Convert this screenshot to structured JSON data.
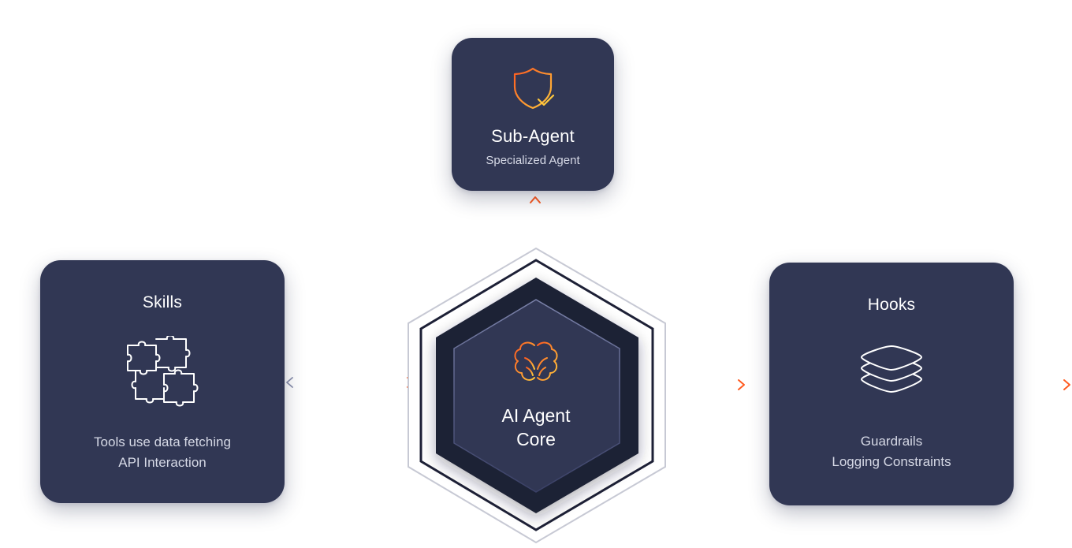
{
  "sub_agent": {
    "title": "Sub-Agent",
    "description": "Specialized Agent",
    "icon": "shield-check-icon"
  },
  "skills": {
    "title": "Skills",
    "description_lines": [
      "Tools use data fetching",
      "API Interaction"
    ],
    "icon": "puzzle-pieces-icon"
  },
  "core": {
    "title_lines": [
      "AI Agent",
      "Core"
    ],
    "icon": "brain-icon"
  },
  "hooks": {
    "title": "Hooks",
    "description_lines": [
      "Guardrails",
      "Logging Constraints"
    ],
    "icon": "layers-stack-icon"
  },
  "colors": {
    "card_bg": "#313754",
    "hex_dark": "#1d2036",
    "hex_inner": "#313754",
    "accent_orange": "#ff5a1f",
    "accent_yellow": "#ffc83d",
    "line_gray": "#8a90ad"
  }
}
